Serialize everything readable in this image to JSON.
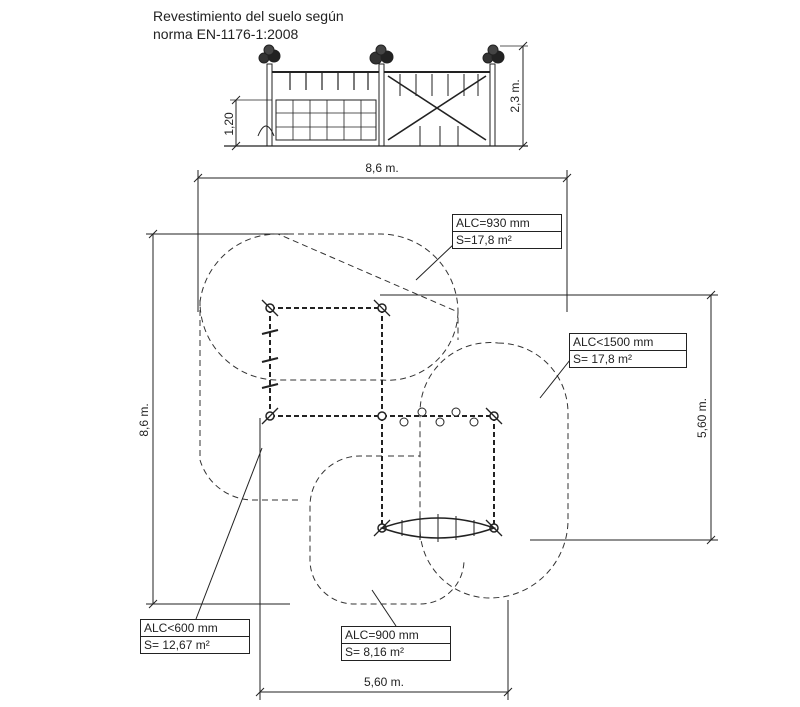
{
  "header": {
    "line1": "Revestimiento del suelo según",
    "line2": "norma EN-1176-1:2008"
  },
  "elevation": {
    "dim_left": "1,20",
    "dim_right": "2,3 m."
  },
  "plan": {
    "dim_top": "8,6 m.",
    "dim_left": "8,6 m.",
    "dim_right": "5,60 m.",
    "dim_bottom": "5,60 m."
  },
  "zones": [
    {
      "alc": "ALC=930 mm",
      "area": "S=17,8 m²"
    },
    {
      "alc": "ALC<1500 mm",
      "area": "S= 17,8 m²"
    },
    {
      "alc": "ALC<600 mm",
      "area": "S= 12,67 m²"
    },
    {
      "alc": "ALC=900 mm",
      "area": "S= 8,16 m²"
    }
  ]
}
